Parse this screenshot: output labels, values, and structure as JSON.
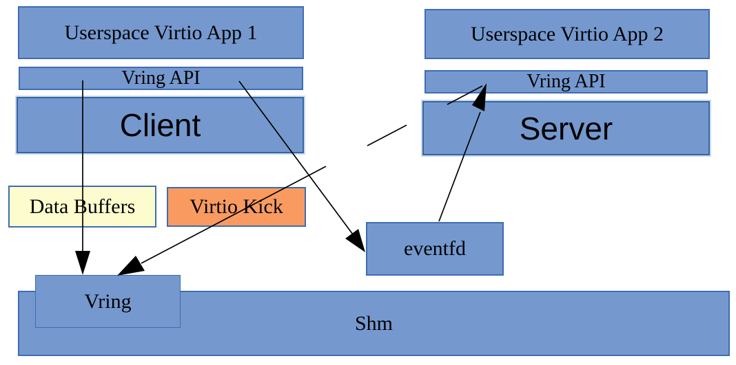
{
  "diagram": {
    "title_implicit": "Vring client-server shared-memory architecture",
    "boxes": {
      "app1": {
        "label": "Userspace Virtio App 1"
      },
      "vring_api_left": {
        "label": "Vring API"
      },
      "client": {
        "label": "Client"
      },
      "app2": {
        "label": "Userspace Virtio App 2"
      },
      "vring_api_right": {
        "label": "Vring API"
      },
      "server": {
        "label": "Server"
      },
      "data_buffers": {
        "label": "Data Buffers"
      },
      "virtio_kick": {
        "label": "Virtio Kick"
      },
      "eventfd": {
        "label": "eventfd"
      },
      "vring": {
        "label": "Vring"
      },
      "shm": {
        "label": "Shm"
      }
    },
    "connections": [
      {
        "from": "vring_api_left",
        "to": "vring",
        "style": "solid-arrow"
      },
      {
        "from": "vring_api_left",
        "to": "eventfd",
        "style": "solid-arrow"
      },
      {
        "from": "vring_api_right",
        "to": "vring",
        "style": "broken-line-arrow"
      },
      {
        "from": "eventfd",
        "to": "vring_api_right",
        "style": "solid-arrow"
      }
    ],
    "colors": {
      "box_fill": "#7599CF",
      "box_border": "#3D6CB3",
      "process_border": "#3465A4",
      "halo": "#CBD8EE",
      "buffer_fill": "#FCFCCE",
      "kick_fill": "#F99B61",
      "line_color": "#000000",
      "text_color": "#000000"
    }
  }
}
